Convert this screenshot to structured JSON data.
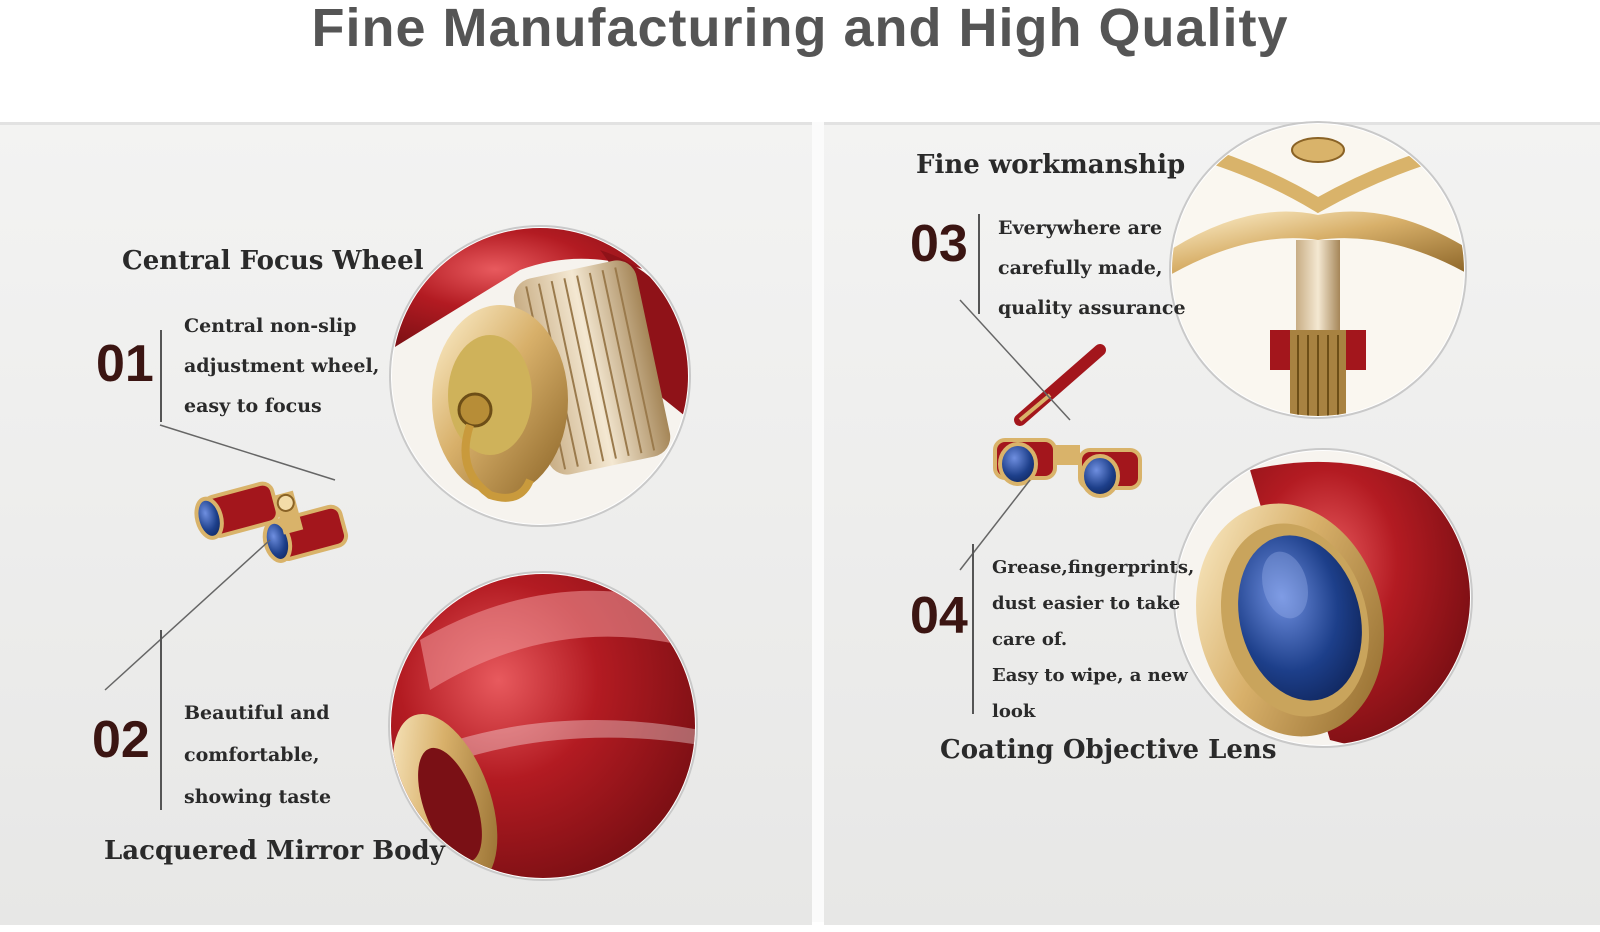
{
  "title": "Fine Manufacturing and High Quality",
  "left_panel": {
    "feature_01": {
      "heading": "Central Focus Wheel",
      "number": "01",
      "lines": [
        "Central non-slip",
        "adjustment wheel,",
        "easy to focus"
      ]
    },
    "feature_02": {
      "heading": "Lacquered Mirror Body",
      "number": "02",
      "lines": [
        "Beautiful and",
        "comfortable,",
        "showing taste"
      ]
    }
  },
  "right_panel": {
    "feature_03": {
      "heading": "Fine workmanship",
      "number": "03",
      "lines": [
        "Everywhere are",
        "carefully made,",
        "quality assurance"
      ]
    },
    "feature_04": {
      "heading": "Coating Objective Lens",
      "number": "04",
      "lines": [
        "Grease,fingerprints,",
        "dust easier to take",
        "care of.",
        "Easy to wipe, a new",
        "look"
      ]
    }
  },
  "colors": {
    "lacquer_red": "#a3161c",
    "gold": "#d9b36a",
    "lens_blue": "#1d3f8a",
    "number_brown": "#3b1512"
  },
  "icons": [
    "focus-wheel-closeup-image",
    "opera-glasses-image",
    "lacquer-body-closeup-image",
    "hinge-closeup-image",
    "lens-closeup-image"
  ]
}
